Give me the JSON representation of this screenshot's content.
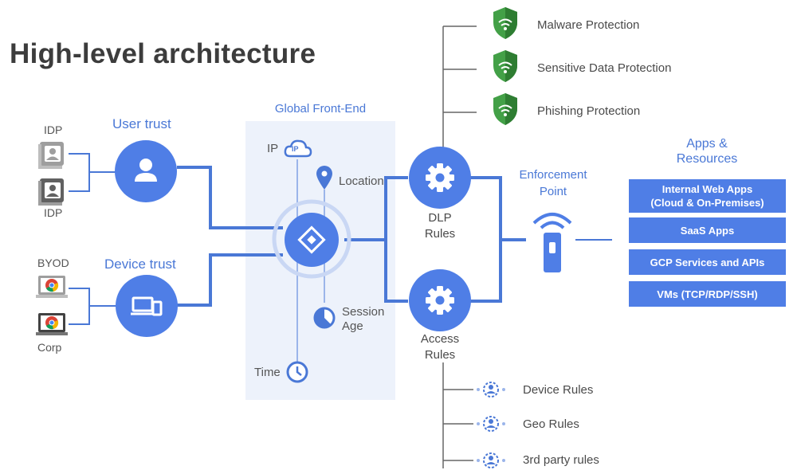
{
  "title": "High-level architecture",
  "user_trust": {
    "label": "User trust",
    "idp_top": "IDP",
    "idp_bottom": "IDP"
  },
  "device_trust": {
    "label": "Device trust",
    "byod": "BYOD",
    "corp": "Corp"
  },
  "global_front_end": {
    "label": "Global Front-End",
    "ip": "IP",
    "ip_icon_text": "IP",
    "location": "Location",
    "session_age_line1": "Session",
    "session_age_line2": "Age",
    "time": "Time"
  },
  "dlp_rules": {
    "line1": "DLP",
    "line2": "Rules"
  },
  "access_rules": {
    "line1": "Access",
    "line2": "Rules"
  },
  "protections": [
    {
      "label": "Malware Protection"
    },
    {
      "label": "Sensitive Data Protection"
    },
    {
      "label": "Phishing  Protection"
    }
  ],
  "enforcement_point": {
    "line1": "Enforcement",
    "line2": "Point"
  },
  "apps_resources": {
    "heading_line1": "Apps &",
    "heading_line2": "Resources",
    "boxes": [
      {
        "line1": "Internal Web Apps",
        "line2": "(Cloud & On-Premises)"
      },
      {
        "line1": "SaaS Apps"
      },
      {
        "line1": "GCP Services and APIs"
      },
      {
        "line1": "VMs (TCP/RDP/SSH)"
      }
    ]
  },
  "access_rule_items": [
    {
      "label": "Device Rules"
    },
    {
      "label": "Geo  Rules"
    },
    {
      "label": "3rd party rules"
    }
  ],
  "colors": {
    "primary_blue": "#4f7ee6",
    "line_blue": "#4a78d6",
    "panel_bg": "#edf2fb",
    "shield_green": "#43a047",
    "line_gray": "#666666"
  }
}
